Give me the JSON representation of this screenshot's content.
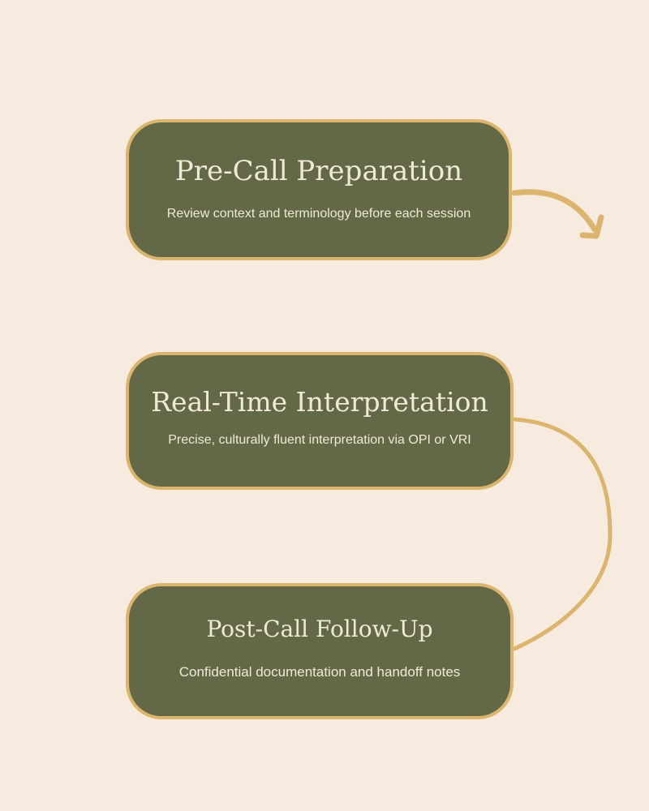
{
  "steps": [
    {
      "title": "Pre-Call Preparation",
      "description": "Review context and terminology before each session"
    },
    {
      "title": "Real-Time Interpretation",
      "description": "Precise, culturally fluent interpretation via OPI or VRI"
    },
    {
      "title": "Post-Call Follow-Up",
      "description": "Confidential documentation and handoff notes"
    }
  ],
  "colors": {
    "background": "#f7eadf",
    "box_fill": "#636946",
    "box_border": "#dcb56c",
    "connector": "#dcb56c",
    "text": "#f1e9d7"
  }
}
